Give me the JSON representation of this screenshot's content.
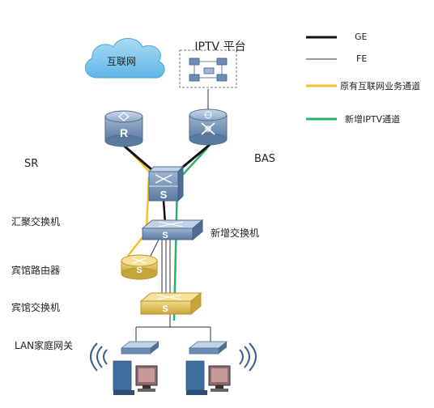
{
  "labels": {
    "internet": "互联网",
    "iptv_platform": "IPTV 平台",
    "sr": "SR",
    "bas": "BAS",
    "aggregation_switch": "汇聚交换机",
    "new_switch": "新增交换机",
    "hotel_router": "宾馆路由器",
    "hotel_switch": "宾馆交换机",
    "lan_gateway": "LAN家庭网关"
  },
  "device_marks": {
    "router": "R",
    "switch": "S"
  },
  "legend": [
    {
      "key": "ge",
      "label": "GE",
      "color": "#111111"
    },
    {
      "key": "fe",
      "label": "FE",
      "color": "#333333"
    },
    {
      "key": "internet_channel",
      "label": "原有互联网业务通道",
      "color": "#f2c12e"
    },
    {
      "key": "iptv_channel",
      "label": "新增IPTV通道",
      "color": "#2db06a"
    }
  ],
  "colors": {
    "cloud": "#7ec8ee",
    "blue_device": "#7290b4",
    "blue_device_dark": "#4f6d92",
    "gold_device": "#e7c75a",
    "gold_device_dark": "#b7962e",
    "yellow_line": "#f2c12e",
    "green_line": "#2db06a"
  }
}
